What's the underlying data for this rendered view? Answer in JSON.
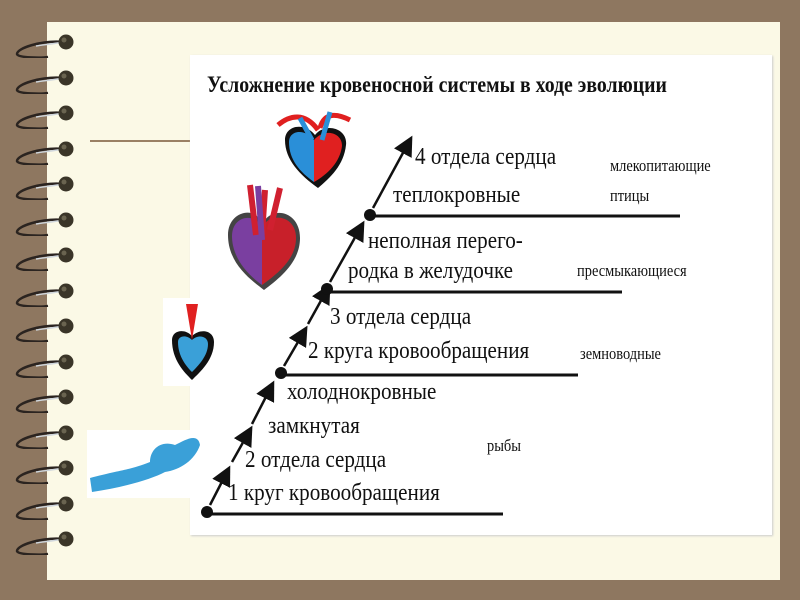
{
  "title": "Усложнение кровеносной системы в ходе эволюции",
  "steps": [
    "1 круг кровообращения",
    "2 отдела сердца",
    "замкнутая",
    "холоднокровные",
    "2 круга кровообращения",
    "3 отдела сердца",
    "неполная перего-",
    "родка в желудочке",
    "теплокровные",
    "4 отдела сердца"
  ],
  "groups": {
    "fish": "рыбы",
    "amphibians": "земноводные",
    "reptiles": "пресмыкающиеся",
    "mammals": "млекопитающие",
    "birds": "птицы"
  },
  "colors": {
    "background": "#8e7760",
    "paper": "#fbf9e6",
    "arterial": "#e02020",
    "venous": "#2a8fd8",
    "mixed": "#7a3fa0"
  }
}
